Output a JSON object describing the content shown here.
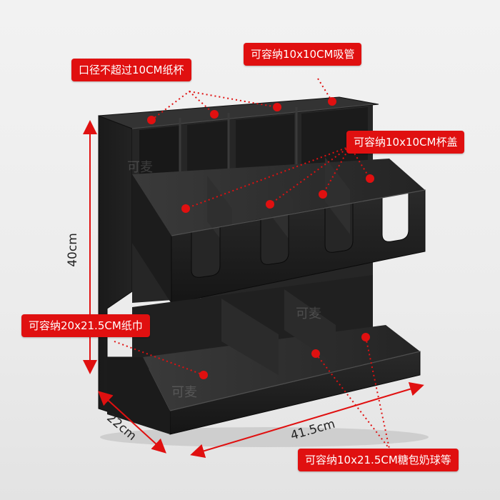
{
  "callouts": {
    "cup": "口径不超过10CM纸杯",
    "straw": "可容纳10x10CM吸管",
    "lid": "可容纳10x10CM杯盖",
    "napkin": "可容纳20x21.5CM纸巾",
    "sugar": "可容纳10x21.5CM糖包奶球等"
  },
  "dimensions": {
    "height": "40cm",
    "depth": "22cm",
    "width": "41.5cm"
  },
  "watermark": "可麦",
  "colors": {
    "callout_bg": "#e01010",
    "callout_text": "#ffffff",
    "annotation_red": "#e01010",
    "product_black": "#1e1e1e"
  }
}
